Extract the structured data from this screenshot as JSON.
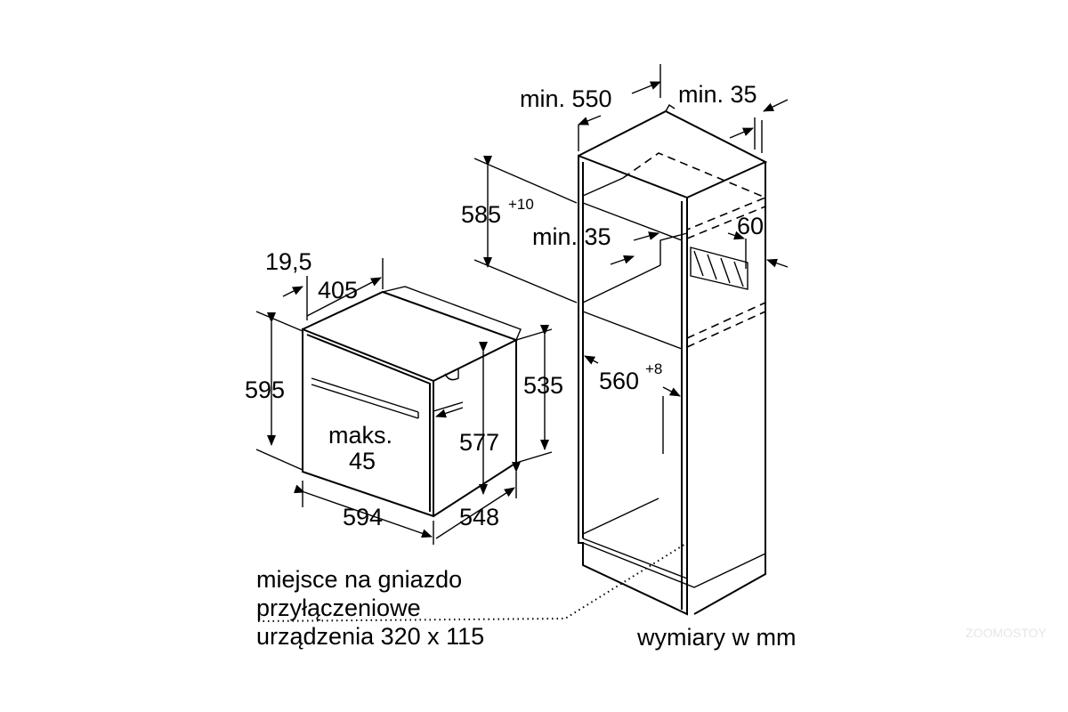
{
  "title": "Oven installation dimensions",
  "oven": {
    "dim_depth_top": "405",
    "dim_offset": "19,5",
    "dim_height": "595",
    "dim_inner_height": "577",
    "dim_body_height": "535",
    "dim_width": "594",
    "dim_depth": "548",
    "dim_max_label": "maks.",
    "dim_max_value": "45"
  },
  "cabinet": {
    "dim_min_depth": "min. 550",
    "dim_min_back": "min. 35",
    "dim_niche_height": "585",
    "dim_niche_height_tol": "+10",
    "dim_min_gap": "min. 35",
    "dim_60": "60",
    "dim_niche_width": "560",
    "dim_niche_width_tol": "+8"
  },
  "note": {
    "line1": "miejsce na gniazdo",
    "line2": "przyłączeniowe",
    "line3": "urządzenia 320 x 115"
  },
  "units": "wymiary w mm",
  "watermark": "ZOOMOSTOY"
}
